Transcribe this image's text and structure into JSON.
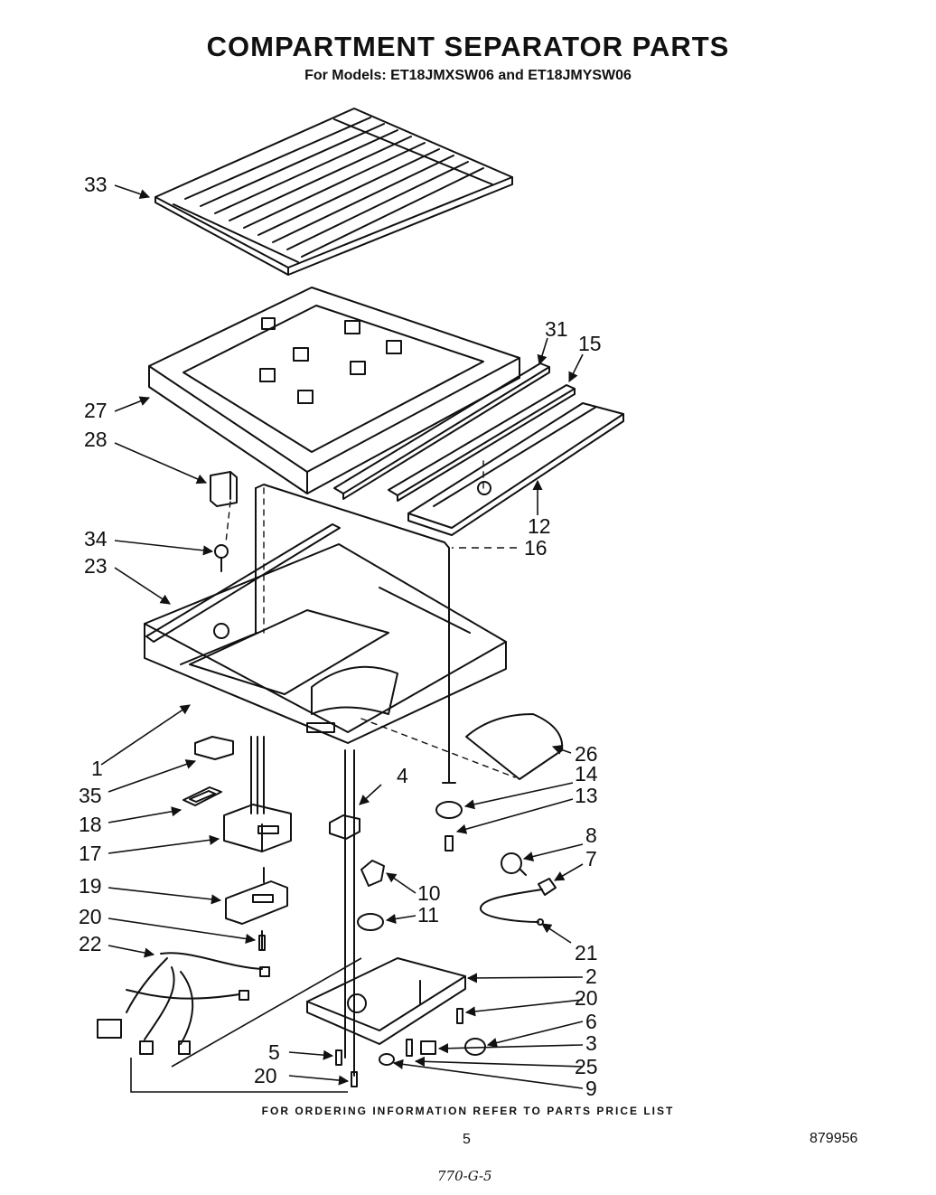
{
  "header": {
    "title": "COMPARTMENT SEPARATOR PARTS",
    "subtitle": "For Models: ET18JMXSW06 and ET18JMYSW06"
  },
  "callouts": {
    "n33": "33",
    "n31": "31",
    "n15": "15",
    "n27": "27",
    "n28": "28",
    "n12": "12",
    "n34": "34",
    "n16": "16",
    "n23": "23",
    "n1": "1",
    "n26": "26",
    "n35": "35",
    "n4": "4",
    "n14": "14",
    "n13": "13",
    "n18": "18",
    "n8": "8",
    "n17": "17",
    "n7": "7",
    "n10": "10",
    "n19": "19",
    "n11": "11",
    "n20a": "20",
    "n22": "22",
    "n21": "21",
    "n2": "2",
    "n20b": "20",
    "n6": "6",
    "n5": "5",
    "n3": "3",
    "n25": "25",
    "n20c": "20",
    "n9": "9"
  },
  "footer": {
    "ordering_note": "FOR ORDERING INFORMATION REFER TO PARTS PRICE LIST",
    "page_number": "5",
    "document_number": "879956",
    "handwritten_note": "770-G-5"
  }
}
